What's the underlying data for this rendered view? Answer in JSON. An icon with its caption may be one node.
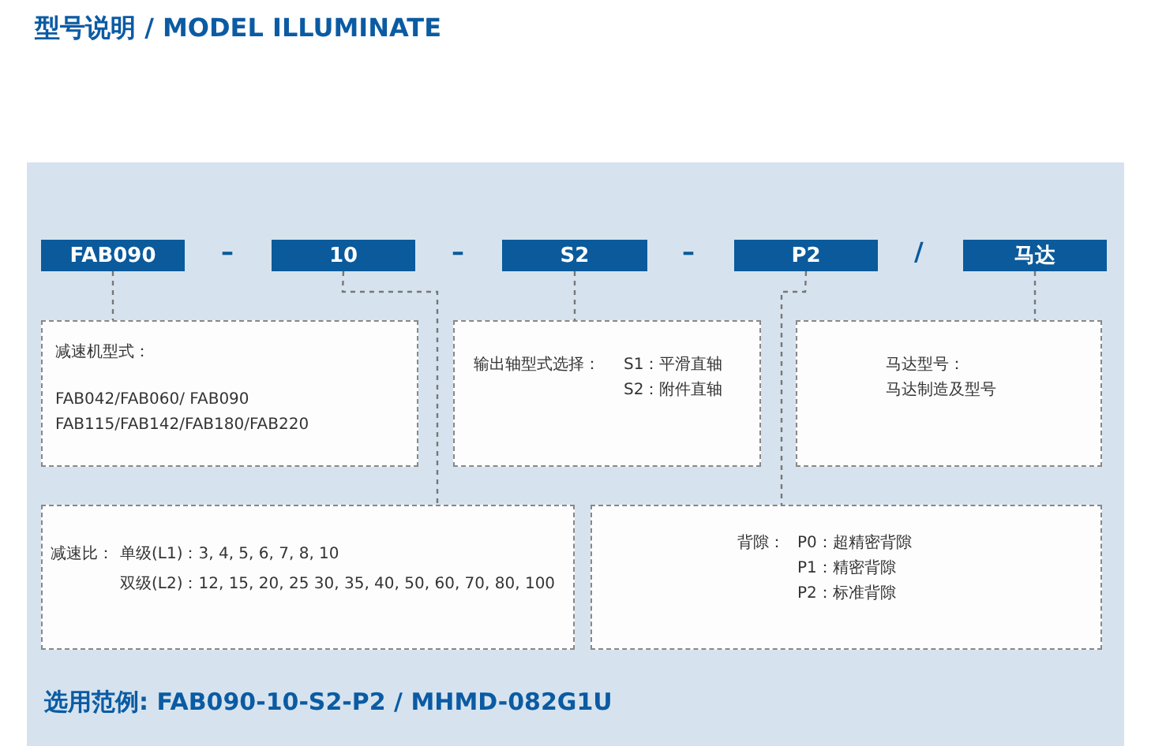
{
  "diagram": {
    "title": "型号说明 / MODEL ILLUMINATE",
    "nodes": [
      {
        "text": [
          "FAB090"
        ]
      },
      {
        "text": [
          "10"
        ]
      },
      {
        "text": [
          "S2"
        ]
      },
      {
        "text": [
          "P2"
        ]
      },
      {
        "text": [
          "马达"
        ]
      },
      {
        "text": [
          "减速机型式：",
          "FAB042/FAB060/ FAB090 FAB115/FAB142/FAB180/FAB220"
        ]
      },
      {
        "text": [
          "输出轴型式选择：",
          "S1：平滑直轴",
          "S2：附件直轴"
        ]
      },
      {
        "text": [
          "马达型号：",
          "马达制造及型号"
        ]
      },
      {
        "text": [
          "减速比：",
          "单级(L1)：3, 4, 5, 6, 7, 8, 10",
          "双级(L2)：12, 15, 20, 25 30, 35, 40, 50, 60, 70, 80, 100"
        ]
      },
      {
        "text": [
          "背隙：",
          "P0：超精密背隙",
          "P1：精密背隙",
          "P2：标准背隙"
        ]
      }
    ],
    "edges": [
      {
        "from": 0,
        "to": 5,
        "arrow": "none",
        "style": "dashed"
      },
      {
        "from": 1,
        "to": 8,
        "arrow": "none",
        "style": "dashed"
      },
      {
        "from": 2,
        "to": 6,
        "arrow": "none",
        "style": "dashed"
      },
      {
        "from": 3,
        "to": 9,
        "arrow": "none",
        "style": "dashed"
      },
      {
        "from": 4,
        "to": 7,
        "arrow": "none",
        "style": "dashed"
      }
    ],
    "labels": [
      "–",
      "–",
      "–",
      "/",
      "选用范例: FAB090-10-S2-P2 / MHMD-082G1U"
    ]
  }
}
